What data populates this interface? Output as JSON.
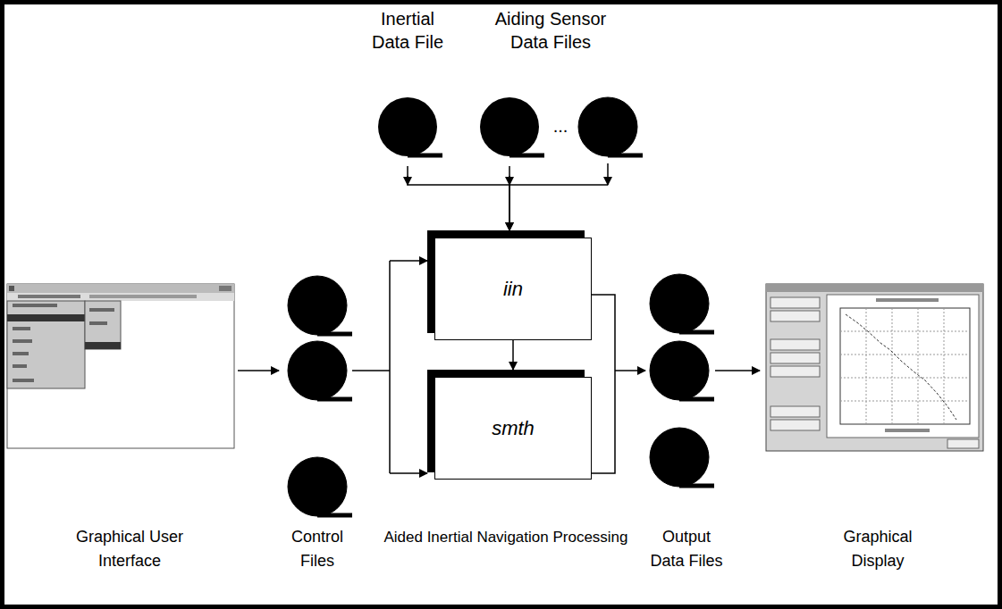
{
  "diagram": {
    "nodes": [
      {
        "text": [
          "Inertial Data File"
        ]
      },
      {
        "text": [
          "Aiding Sensor Data Files"
        ]
      },
      {
        "text": [
          "iin"
        ]
      },
      {
        "text": [
          "smth"
        ]
      }
    ],
    "edges": [
      {
        "from": 0,
        "to": 2,
        "arrow": "to"
      },
      {
        "from": 1,
        "to": 2,
        "arrow": "to"
      },
      {
        "from": 2,
        "to": 3,
        "arrow": "to"
      }
    ],
    "labels": [
      "...",
      "Graphical User Interface",
      "Control Files",
      "Aided Inertial Navigation Processing",
      "Output Data Files",
      "Graphical Display"
    ]
  }
}
